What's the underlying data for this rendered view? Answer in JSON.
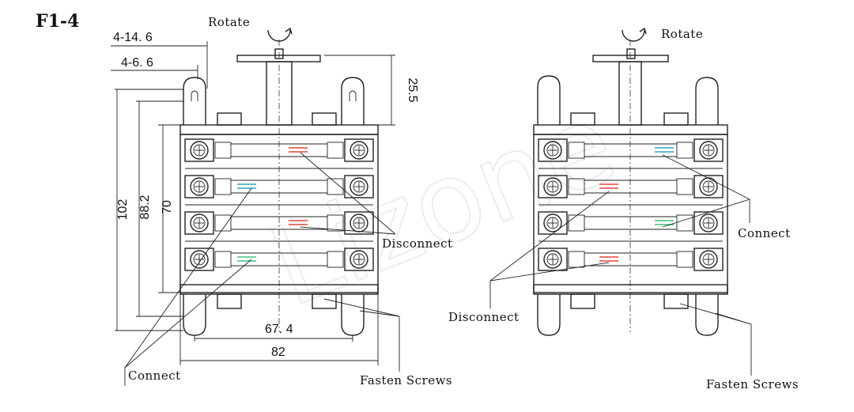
{
  "figure_title": "F1-4",
  "left": {
    "rotate_label": "Rotate",
    "connect_label": "Connect",
    "disconnect_label": "Disconnect",
    "fasten_label": "Fasten Screws",
    "dims": {
      "d_4_14_6": "4-14. 6",
      "d_4_6_6": "4-6. 6",
      "d_25_5": "25.5",
      "d_102": "102",
      "d_88_2": "88.2",
      "d_70": "70",
      "d_67_4": "67. 4",
      "d_82": "82"
    }
  },
  "right": {
    "rotate_label": "Rotate",
    "connect_label": "Connect",
    "disconnect_label": "Disconnect",
    "fasten_label": "Fasten Screws"
  },
  "watermark": "Lizone",
  "colors": {
    "line": "#222222",
    "contact_red": "#e0473a",
    "contact_green": "#3fbf7f",
    "contact_teal": "#2aa6b8"
  }
}
